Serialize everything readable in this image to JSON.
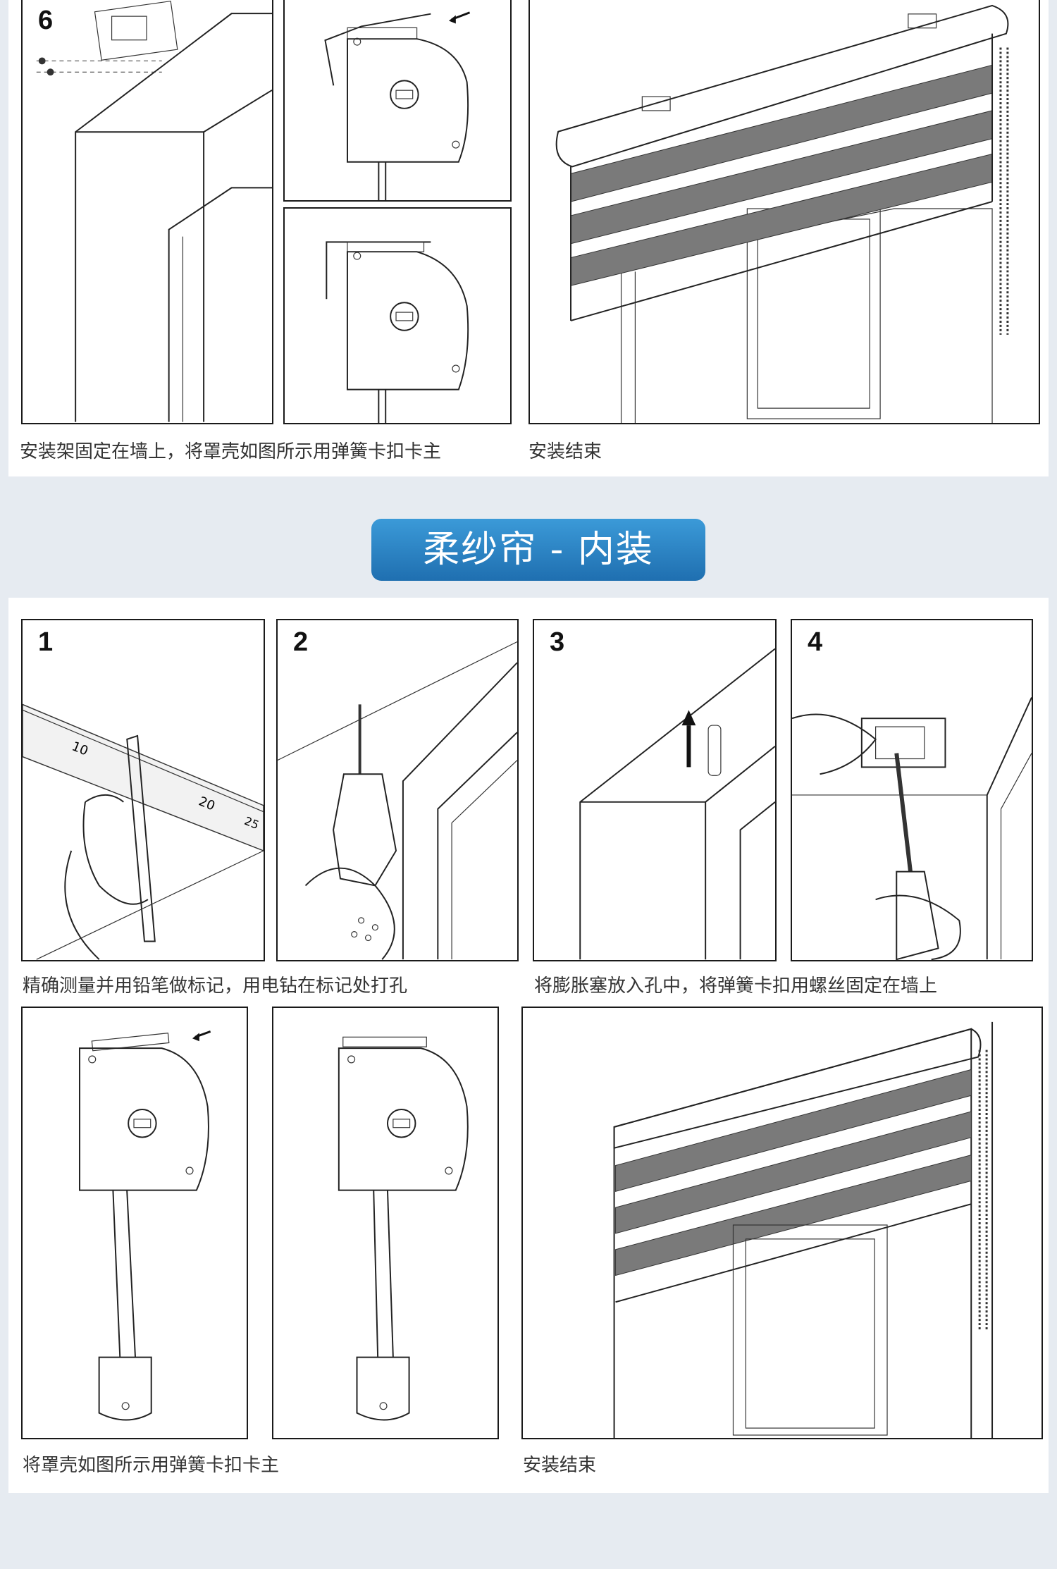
{
  "banner": {
    "title": "柔纱帘 - 内装"
  },
  "top_section": {
    "step_number": "6",
    "caption_left": "安装架固定在墙上，将罩壳如图所示用弹簧卡扣卡主",
    "caption_right": "安装结束"
  },
  "inner_section": {
    "steps": [
      "1",
      "2",
      "3",
      "4"
    ],
    "ruler_marks": [
      "10",
      "20",
      "25"
    ],
    "caption_row1_left": "精确测量并用铅笔做标记，用电钻在标记处打孔",
    "caption_row1_right": "将膨胀塞放入孔中，将弹簧卡扣用螺丝固定在墙上",
    "caption_row2_left": "将罩壳如图所示用弹簧卡扣卡主",
    "caption_row2_right": "安装结束"
  },
  "colors": {
    "banner_blue": "#2a86c8",
    "page_bg": "#e6ebf1",
    "fabric_grey": "#7a7a7a"
  }
}
